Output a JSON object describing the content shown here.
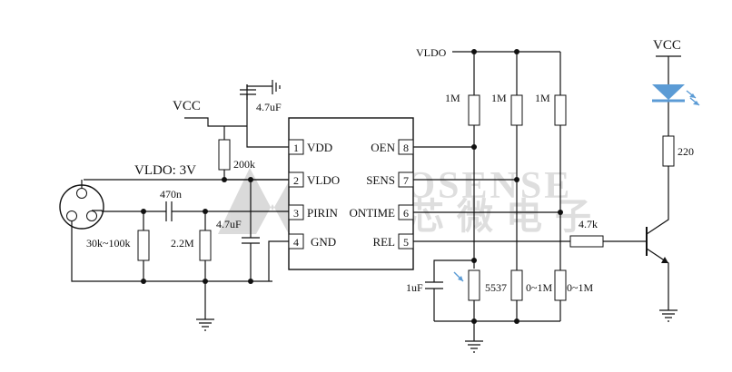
{
  "watermark": {
    "brand": "NOVOSENSE",
    "brand_cn": "纳芯微电子",
    "color": "#bfbfbf"
  },
  "chip": {
    "pins_left": [
      {
        "num": "1",
        "name": "VDD"
      },
      {
        "num": "2",
        "name": "VLDO"
      },
      {
        "num": "3",
        "name": "PIRIN"
      },
      {
        "num": "4",
        "name": "GND"
      }
    ],
    "pins_right": [
      {
        "num": "8",
        "name": "OEN"
      },
      {
        "num": "7",
        "name": "SENS"
      },
      {
        "num": "6",
        "name": "ONTIME"
      },
      {
        "num": "5",
        "name": "REL"
      }
    ]
  },
  "labels": {
    "vcc_left": "VCC",
    "vcc_right": "VCC",
    "vldo_top": "VLDO",
    "vldo_3v": "VLDO: 3V",
    "cap_top": "4.7uF",
    "r_200k": "200k",
    "c_470n": "470n",
    "r_30k_100k": "30k~100k",
    "r_2m2": "2.2M",
    "c_4u7_mid": "4.7uF",
    "r_1m_a": "1M",
    "r_1m_b": "1M",
    "r_1m_c": "1M",
    "c_1uf": "1uF",
    "ldr_5537": "5537",
    "r_0_1m_a": "0~1M",
    "r_0_1m_b": "0~1M",
    "r_4k7": "4.7k",
    "r_220": "220"
  },
  "colors": {
    "line": "#111111",
    "led": "#5b9bd5"
  }
}
